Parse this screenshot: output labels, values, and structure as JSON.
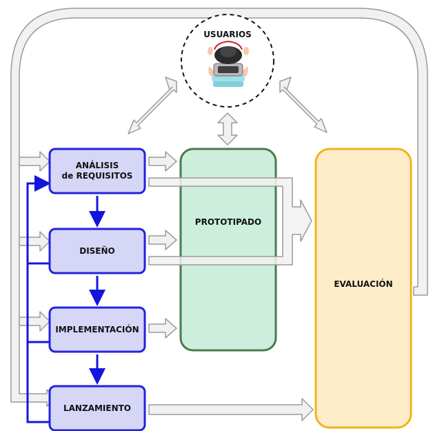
{
  "users": {
    "label": "USUARIOS",
    "icon": "user-at-computer-icon"
  },
  "stages": [
    {
      "line1": "ANÁLISIS",
      "line2": "de REQUISITOS"
    },
    {
      "label": "DISEÑO"
    },
    {
      "label": "IMPLEMENTACIÓN"
    },
    {
      "label": "LANZAMIENTO"
    }
  ],
  "prototipado": {
    "label": "PROTOTIPADO"
  },
  "evaluacion": {
    "label": "EVALUACIÓN"
  },
  "colors": {
    "stage_fill": "#d6d6f7",
    "stage_border": "#2222dd",
    "flow_arrow": "#1414dd",
    "prototipado_fill": "#cdeedd",
    "prototipado_border": "#4a7a4a",
    "evaluacion_fill": "#fdeec9",
    "evaluacion_border": "#f2b316",
    "gray_arrow_fill": "#f1f1f1",
    "gray_arrow_stroke": "#9a9a9a"
  }
}
